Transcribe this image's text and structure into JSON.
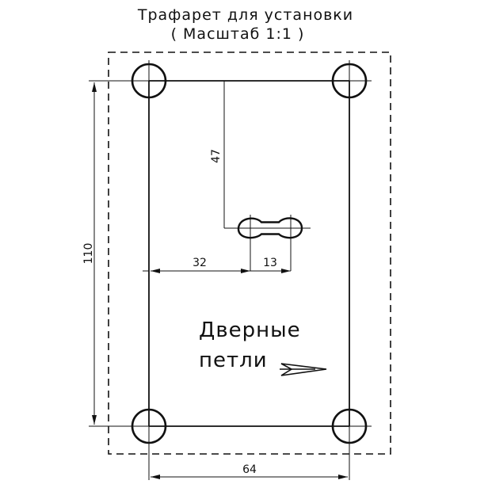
{
  "title": "Трафарет для установки",
  "subtitle": "( Масштаб 1:1 )",
  "dimensions": {
    "hole_offset_vertical": "47",
    "total_height": "110",
    "slot_offset_horizontal": "32",
    "slot_width": "13",
    "total_width": "64"
  },
  "label": {
    "line1": "Дверные",
    "line2": "петли"
  },
  "colors": {
    "ink": "#111111",
    "paper": "#ffffff"
  }
}
